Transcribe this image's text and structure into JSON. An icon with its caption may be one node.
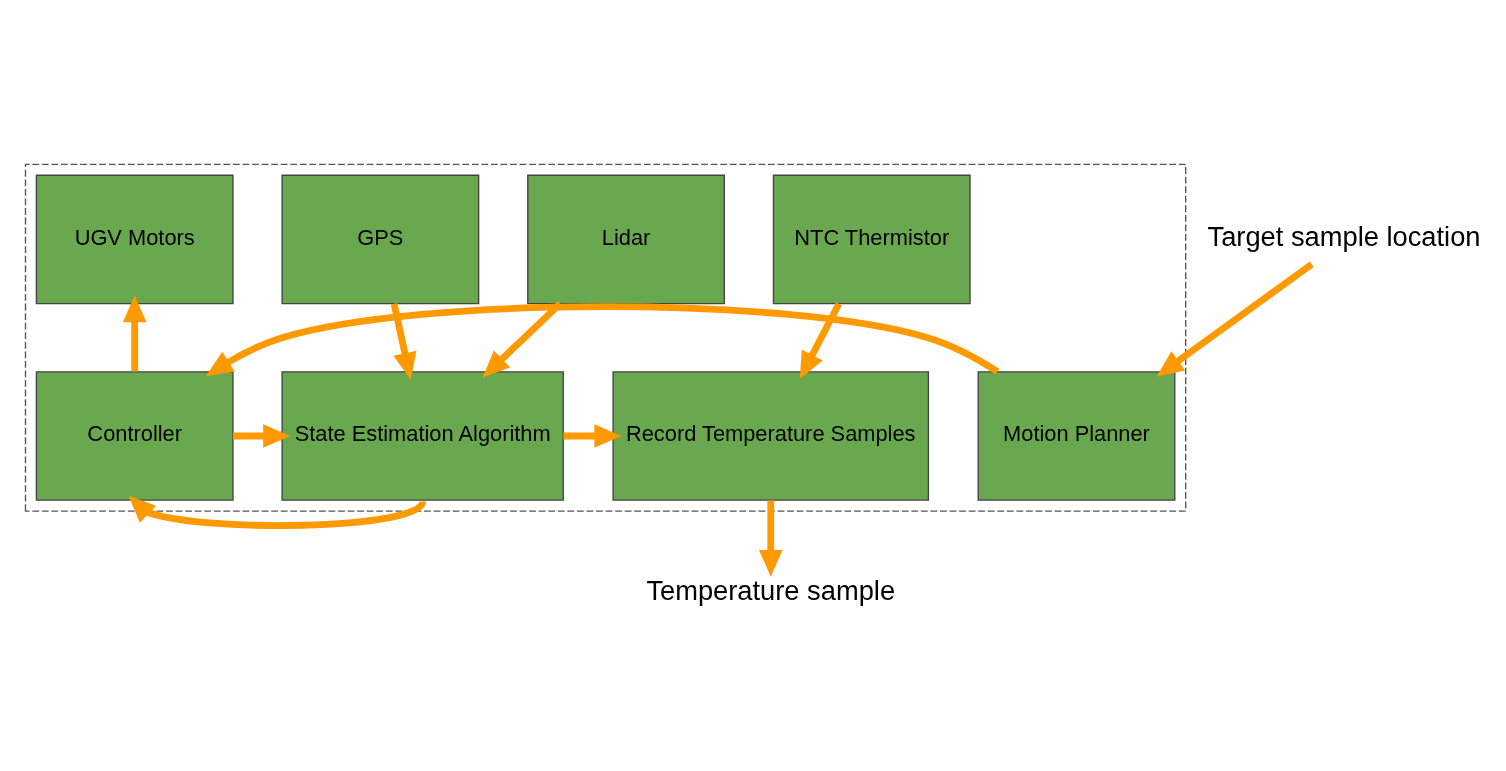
{
  "diagram": {
    "nodes": [
      {
        "text": [],
        "shape": "box"
      },
      {
        "text": [
          "Target sample location"
        ]
      },
      {
        "text": [
          "UGV Motors"
        ],
        "in": 0
      },
      {
        "text": [
          "Lidar"
        ],
        "in": 0
      },
      {
        "text": [
          "GPS"
        ],
        "in": 0
      },
      {
        "text": [
          "NTC Thermistor"
        ],
        "in": 0
      },
      {
        "text": [
          "Motion Planner"
        ],
        "in": 0
      },
      {
        "text": [
          "Controller"
        ],
        "in": 0
      },
      {
        "text": [
          "State Estimation Algorithm"
        ],
        "in": 0
      },
      {
        "text": [
          "Record Temperature Samples"
        ],
        "in": 0
      },
      {
        "text": [
          "Temperature sample"
        ]
      }
    ],
    "edges": [
      {
        "from": 1,
        "to": 6,
        "arrow": "to"
      },
      {
        "from": 6,
        "to": 7,
        "arrow": "to"
      },
      {
        "from": 7,
        "to": 2,
        "arrow": "to"
      },
      {
        "from": 7,
        "to": 8,
        "arrow": "to"
      },
      {
        "from": 3,
        "to": 8,
        "arrow": "to"
      },
      {
        "from": 4,
        "to": 8,
        "arrow": "to"
      },
      {
        "from": 8,
        "to": 9,
        "arrow": "to"
      },
      {
        "from": 5,
        "to": 9,
        "arrow": "to"
      },
      {
        "from": 8,
        "to": 7,
        "arrow": "to"
      },
      {
        "from": 9,
        "to": 10,
        "arrow": "to"
      }
    ]
  }
}
